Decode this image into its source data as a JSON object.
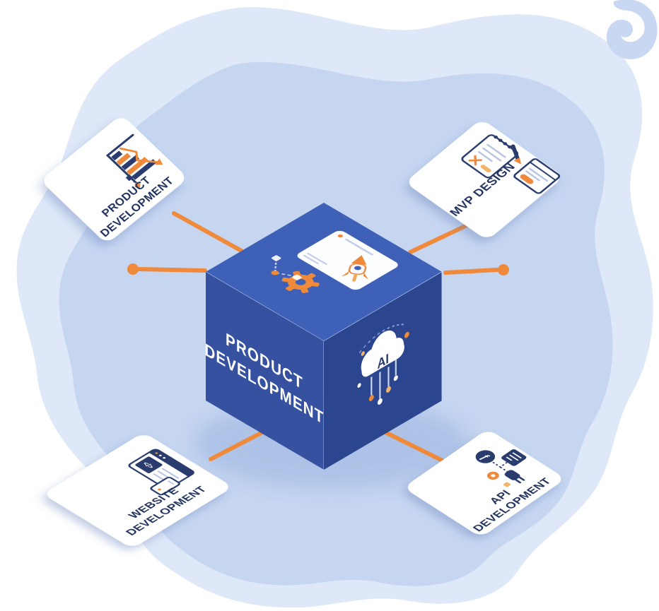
{
  "colors": {
    "background_outer_blob": "#DEE8F8",
    "background_inner_blob": "#C6D6F1",
    "corner_swirl": "#C9D8F2",
    "cube_top_face": "#3E60B6",
    "cube_left_face": "#35519F",
    "cube_right_face": "#2B468F",
    "connector_orange": "#EF8A3C",
    "card_background": "#FFFFFF",
    "card_text": "#23345F",
    "cube_shadow": "#A9BFE5"
  },
  "cube": {
    "label_line1": "PRODUCT",
    "label_line2": "DEVELOPMENT",
    "ai_label": "AI",
    "top_icon": "rocket-launch-icon",
    "top_icon_secondary": "gear-icon",
    "side_icon": "ai-cloud-icon"
  },
  "cards": [
    {
      "id": "product-development",
      "line1": "PRODUCT",
      "line2": "DEVELOPMENT",
      "icon": "growth-chart-icon"
    },
    {
      "id": "mvp-design",
      "line1": "MVP DESIGN",
      "line2": "",
      "icon": "wireframe-design-icon"
    },
    {
      "id": "website-development",
      "line1": "WEBSITE",
      "line2": "DEVELOPMENT",
      "icon": "browser-code-icon"
    },
    {
      "id": "api-development",
      "line1": "API",
      "line2": "DEVELOPMENT",
      "icon": "api-plug-icon"
    }
  ]
}
